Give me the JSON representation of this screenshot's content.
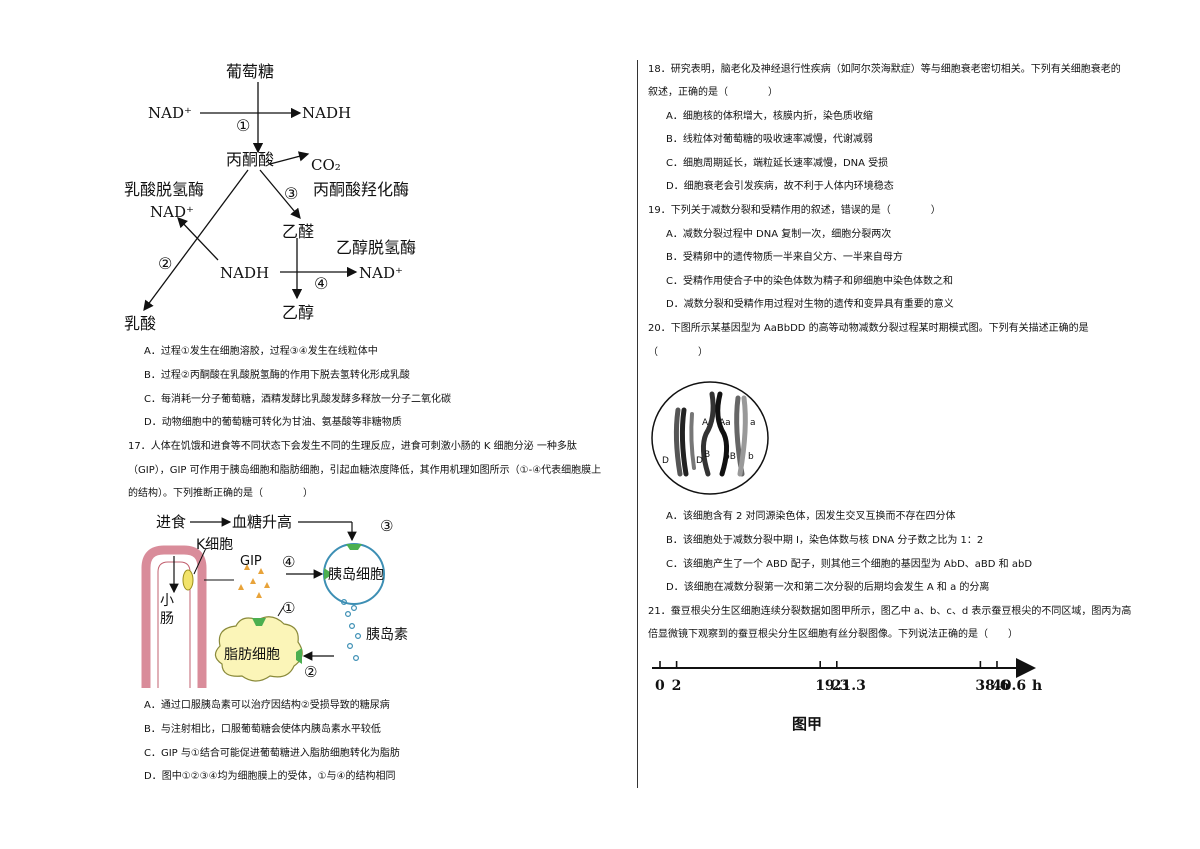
{
  "fig16": {
    "glucose": "葡萄糖",
    "nad_plus_1": "NAD⁺",
    "nadh_1": "NADH",
    "step1": "①",
    "pyruvate": "丙酮酸",
    "co2": "CO₂",
    "step3": "③",
    "pdc": "丙酮酸羟化酶",
    "ldh": "乳酸脱氢酶",
    "nad_plus_2": "NAD⁺",
    "acetaldehyde": "乙醛",
    "adh": "乙醇脱氢酶",
    "step2": "②",
    "nadh_2": "NADH",
    "step4": "④",
    "nad_plus_3": "NAD⁺",
    "ethanol": "乙醇",
    "lactate": "乳酸"
  },
  "q16": {
    "options": [
      "A．过程①发生在细胞溶胶，过程③④发生在线粒体中",
      "B．过程②丙酮酸在乳酸脱氢酶的作用下脱去氢转化形成乳酸",
      "C．每消耗一分子葡萄糖，酒精发酵比乳酸发酵多释放一分子二氧化碳",
      "D．动物细胞中的葡萄糖可转化为甘油、氨基酸等非糖物质"
    ]
  },
  "q17": {
    "stem_1": "17．人体在饥饿和进食等不同状态下会发生不同的生理反应，进食可刺激小肠的 K 细胞分泌 一种多肽",
    "stem_2": "（GIP），GIP 可作用于胰岛细胞和脂肪细胞，引起血糖浓度降低，其作用机理如图所示（①-④代表细胞膜上",
    "stem_3": "的结构）。下列推断正确的是（　　　　）",
    "options": [
      "A．通过口服胰岛素可以治疗因结构②受损导致的糖尿病",
      "B．与注射相比，口服葡萄糖会使体内胰岛素水平较低",
      "C．GIP 与①结合可能促进葡萄糖进入脂肪细胞转化为脂肪",
      "D．图中①②③④均为细胞膜上的受体，①与④的结构相同"
    ]
  },
  "fig17": {
    "eating": "进食",
    "glucose_rise": "血糖升高",
    "k_cell": "K细胞",
    "gip": "GIP",
    "small_intestine_1": "小",
    "small_intestine_2": "肠",
    "islet_cell": "胰岛细胞",
    "insulin": "胰岛素",
    "fat_cell": "脂肪细胞",
    "r1": "①",
    "r2": "②",
    "r3": "③",
    "r4": "④"
  },
  "q18": {
    "stem_1": "18．研究表明，脑老化及神经退行性疾病（如阿尔茨海默症）等与细胞衰老密切相关。下列有关细胞衰老的",
    "stem_2": "叙述，正确的是（　　　　）",
    "options": [
      "A．细胞核的体积增大，核膜内折，染色质收缩",
      "B．线粒体对葡萄糖的吸收速率减慢，代谢减弱",
      "C．细胞周期延长，端粒延长速率减慢，DNA 受损",
      "D．细胞衰老会引发疾病，故不利于人体内环境稳态"
    ]
  },
  "q19": {
    "stem": "19．下列关于减数分裂和受精作用的叙述，错误的是（　　　　）",
    "options": [
      "A．减数分裂过程中 DNA 复制一次，细胞分裂两次",
      "B．受精卵中的遗传物质一半来自父方、一半来自母方",
      "C．受精作用使合子中的染色体数为精子和卵细胞中染色体数之和",
      "D．减数分裂和受精作用过程对生物的遗传和变异具有重要的意义"
    ]
  },
  "q20": {
    "stem_1": "20．下图所示某基因型为 AaBbDD 的高等动物减数分裂过程某时期模式图。下列有关描述正确的是",
    "stem_2": "（　　　　）",
    "options": [
      "A．该细胞含有 2 对同源染色体，因发生交叉互换而不存在四分体",
      "B．该细胞处于减数分裂中期 I，染色体数与核 DNA 分子数之比为 1：2",
      "C．该细胞产生了一个 ABD 配子，则其他三个细胞的基因型为 AbD、aBD 和 abD",
      "D．该细胞在减数分裂第一次和第二次分裂的后期均会发生 A 和 a 的分离"
    ]
  },
  "fig20": {
    "gene_A": "A",
    "gene_Aa": "Aa",
    "gene_a": "a",
    "gene_D1": "D",
    "gene_D2": "D",
    "gene_B": "B",
    "gene_bB": "bB",
    "gene_b": "b"
  },
  "q21": {
    "stem_1": "21．蚕豆根尖分生区细胞连续分裂数据如图甲所示，图乙中 a、b、c、d 表示蚕豆根尖的不同区域，图丙为高",
    "stem_2": "倍显微镜下观察到的蚕豆根尖分生区细胞有丝分裂图像。下列说法正确的是（　　）"
  },
  "fig21": {
    "ticks": [
      {
        "value": 0,
        "label": "0"
      },
      {
        "value": 2,
        "label": "2"
      },
      {
        "value": 19.3,
        "label": "19.3"
      },
      {
        "value": 21.3,
        "label": "21.3"
      },
      {
        "value": 38.6,
        "label": "38.6"
      },
      {
        "value": 40.6,
        "label": "40.6"
      }
    ],
    "unit": "h",
    "caption": "图甲"
  }
}
